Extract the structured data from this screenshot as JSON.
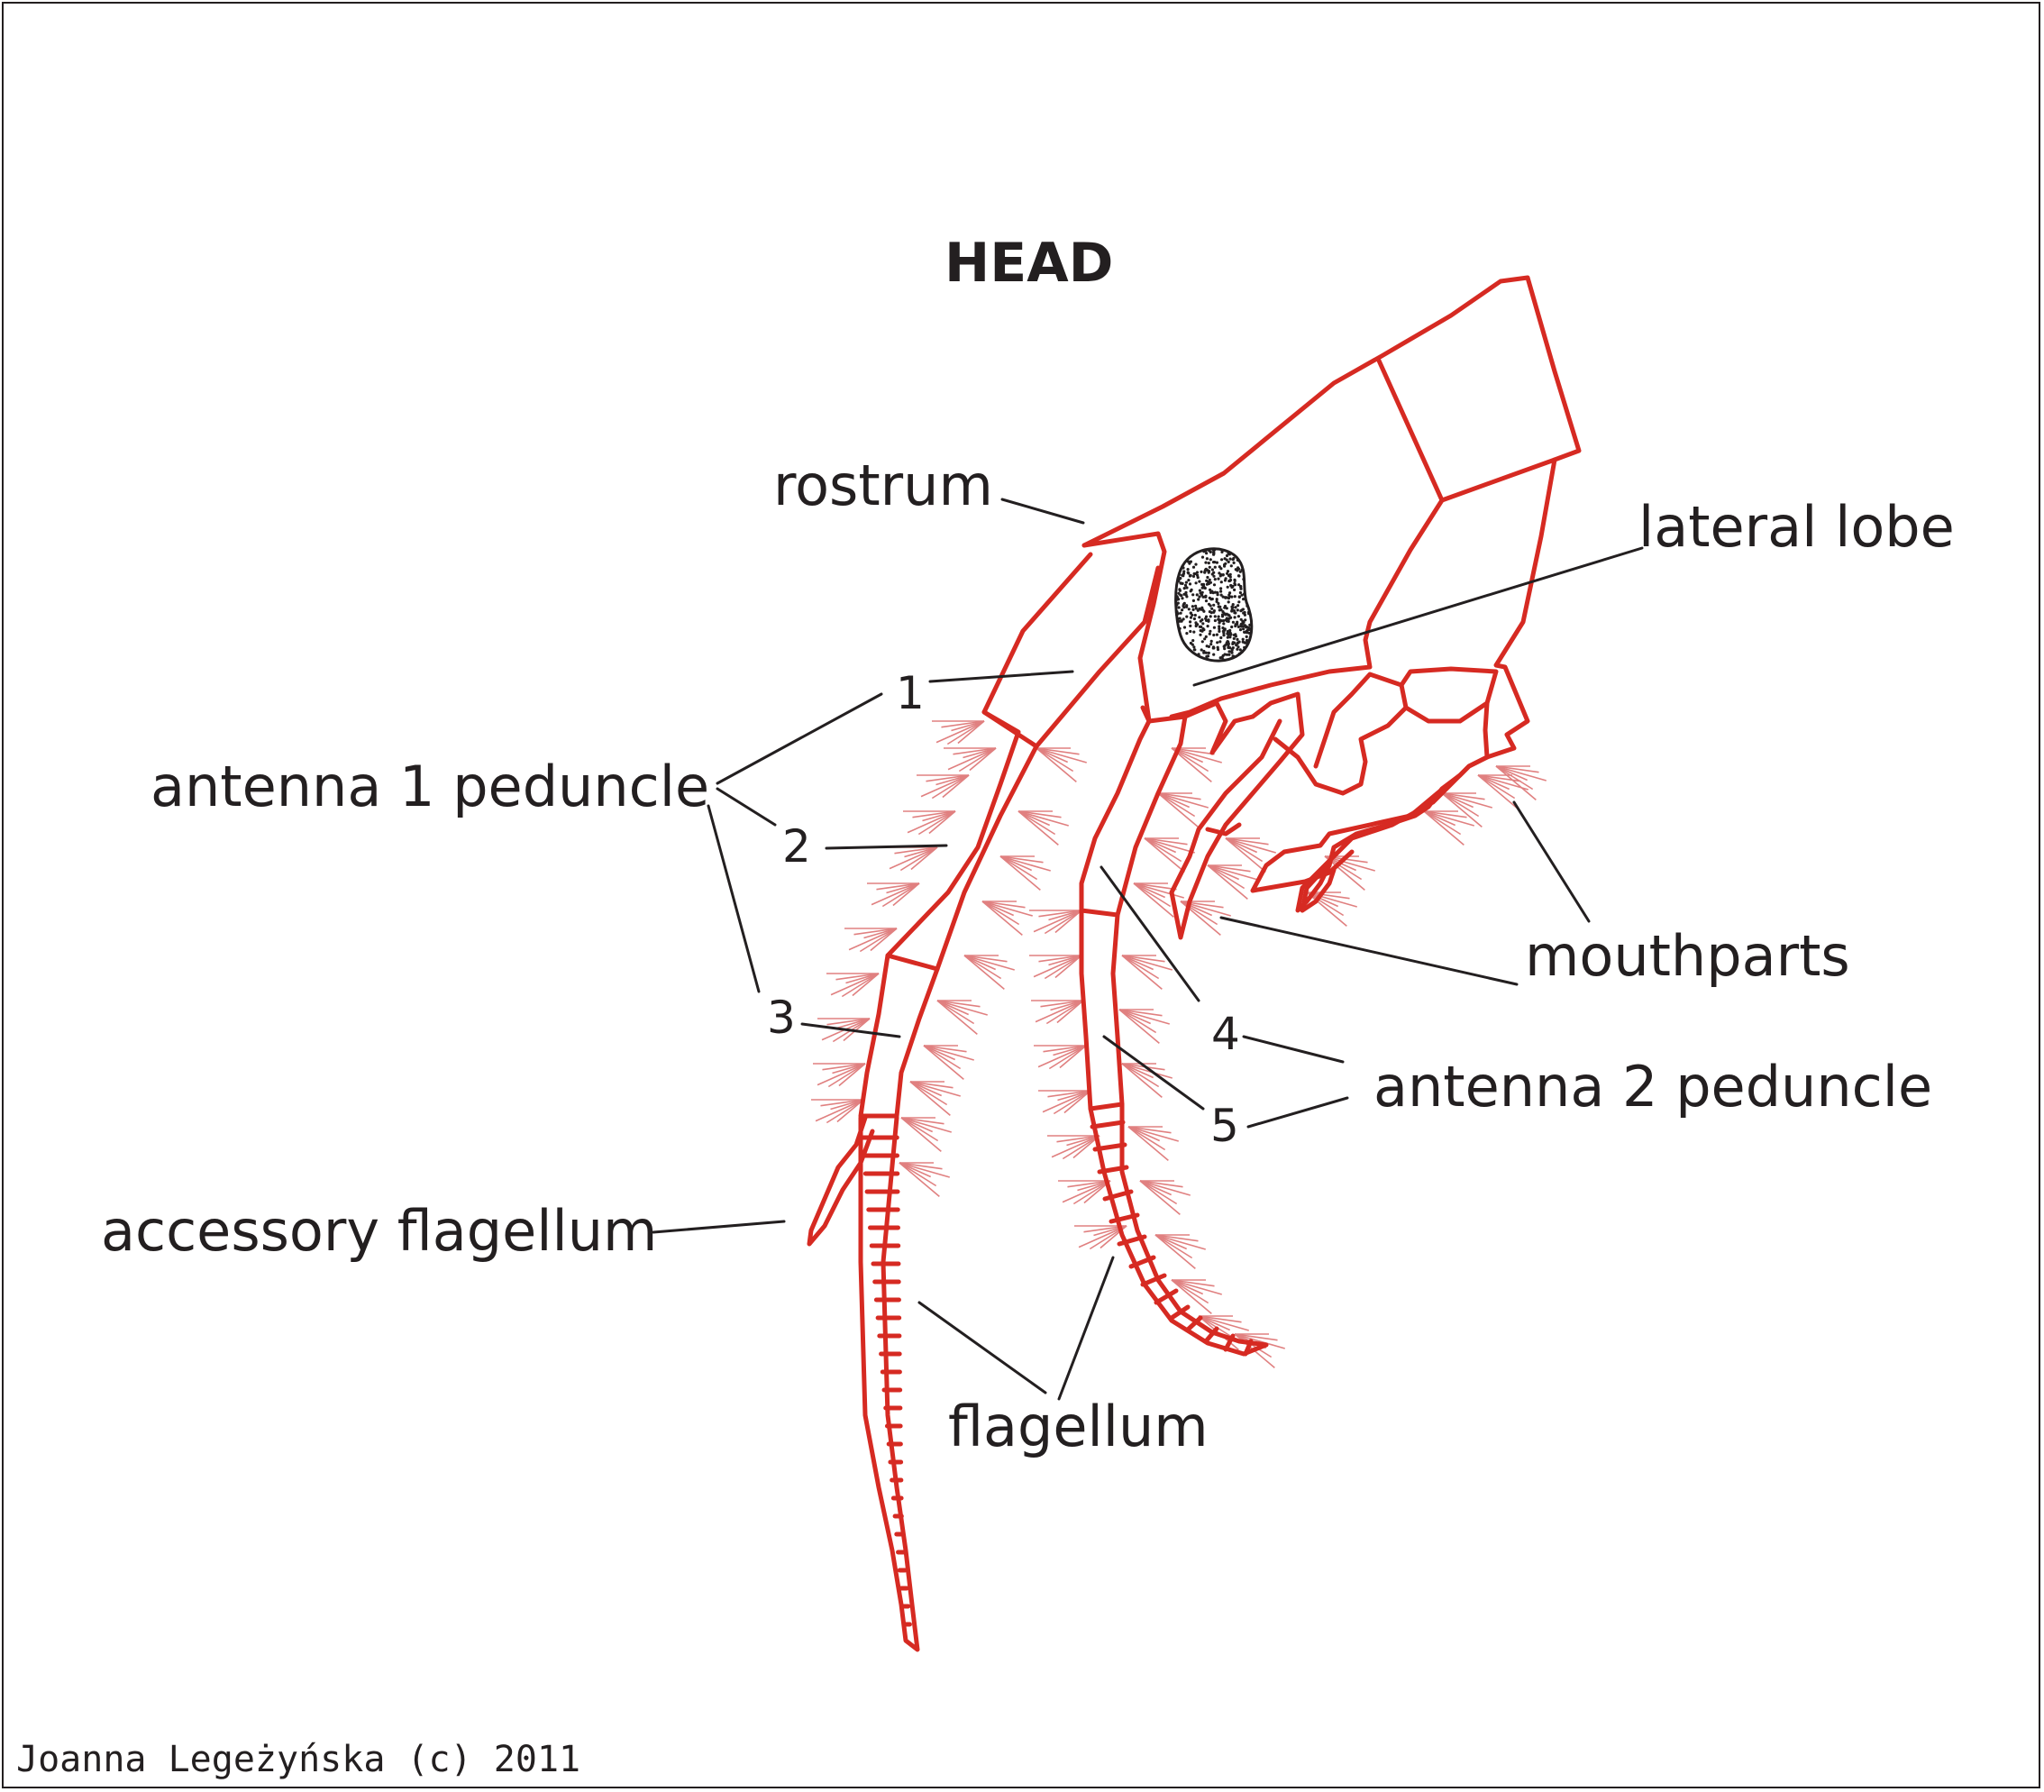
{
  "title": "HEAD",
  "labels": {
    "rostrum": "rostrum",
    "lateral_lobe": "lateral lobe",
    "antenna1_peduncle": "antenna 1 peduncle",
    "mouthparts": "mouthparts",
    "antenna2_peduncle": "antenna 2 peduncle",
    "accessory_flagellum": "accessory flagellum",
    "flagellum": "flagellum"
  },
  "segment_numbers": {
    "n1": "1",
    "n2": "2",
    "n3": "3",
    "n4": "4",
    "n5": "5"
  },
  "credit": "Joanna Legeżyńska (c) 2011",
  "colors": {
    "drawing": "#d62a22",
    "setae": "#e08080",
    "leader": "#231f20",
    "eye": "#231f20"
  }
}
